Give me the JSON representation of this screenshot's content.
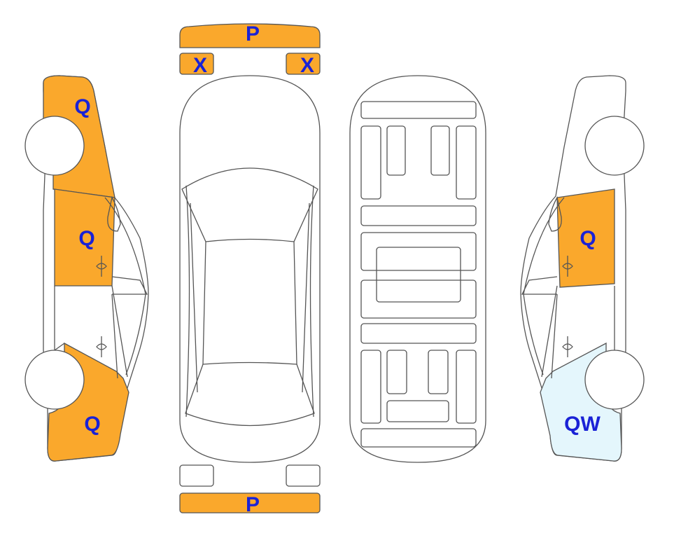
{
  "colors": {
    "damaged": "#FAA82C",
    "light": "#E4F6FC",
    "label": "#1A22D6",
    "outline": "#555555"
  },
  "labels": {
    "left_front": "Q",
    "left_door": "Q",
    "left_rear": "Q",
    "front_bumper": "P",
    "left_mirror": "X",
    "right_mirror": "X",
    "rear_bumper": "P",
    "right_door": "Q",
    "right_rear": "QW"
  }
}
